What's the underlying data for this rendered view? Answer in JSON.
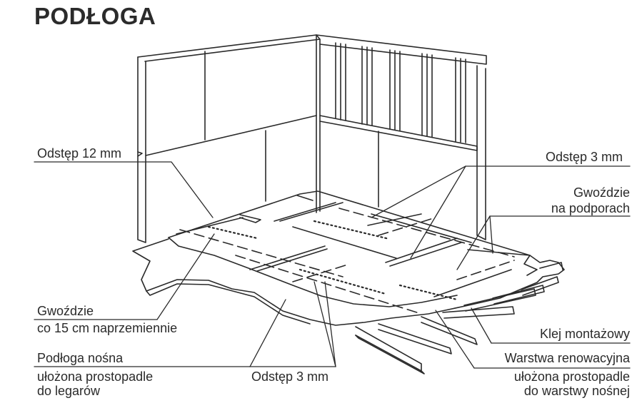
{
  "title": "PODŁOGA",
  "labels": {
    "odstep12": "Odstęp 12 mm",
    "odstep3_top": "Odstęp 3 mm",
    "gwozdzie_top_1": "Gwoździe",
    "gwozdzie_top_2": "na podporach",
    "gwozdzie_left_1": "Gwoździe",
    "gwozdzie_left_2": "co 15 cm naprzemiennie",
    "podloga_1": "Podłoga nośna",
    "podloga_2": "ułożona prostopadle",
    "podloga_3": "do legarów",
    "odstep3_bottom": "Odstęp 3 mm",
    "klej": "Klej montażowy",
    "warstwa_1": "Warstwa renowacyjna",
    "warstwa_2": "ułożona prostopadle",
    "warstwa_3": "do warstwy nośnej"
  },
  "colors": {
    "line": "#2a2a2a",
    "bg": "#ffffff"
  }
}
